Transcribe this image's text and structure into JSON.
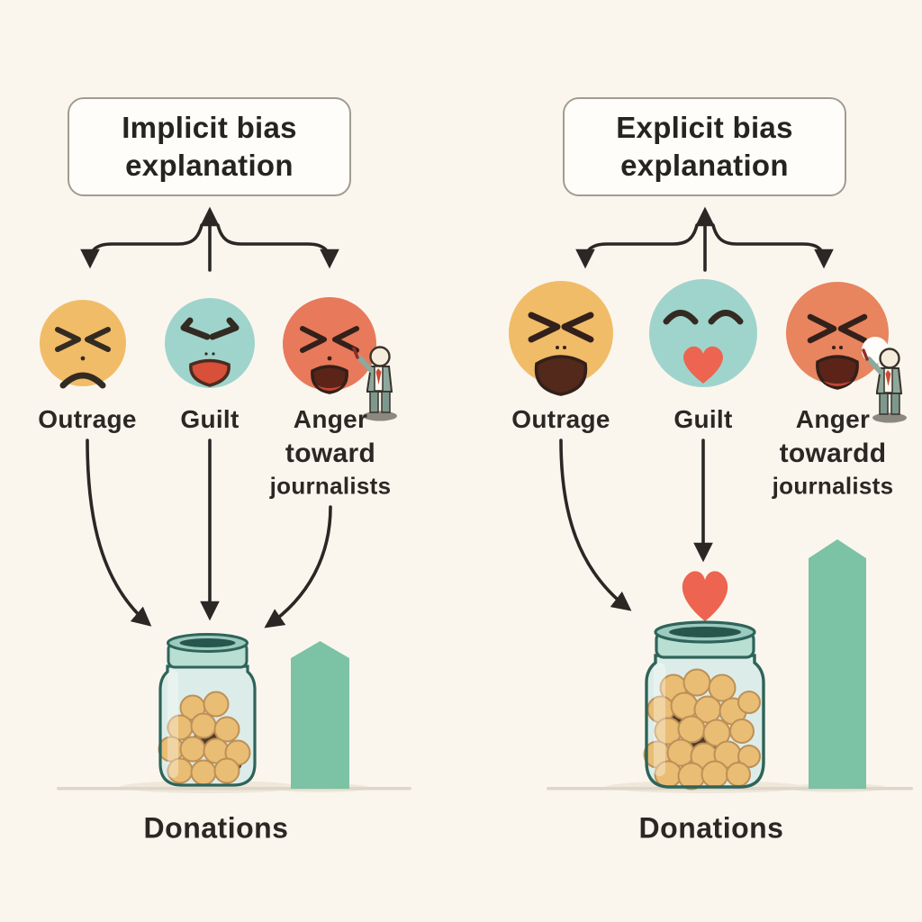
{
  "colors": {
    "background": "#faf6ee",
    "text": "#2b2824",
    "arrow": "#2a2725",
    "box_border": "#a29c91",
    "box_fill": "#fffdf9",
    "face_outrage": "#f1bc68",
    "face_guilt": "#9fd4cc",
    "face_anger_left": "#e8795b",
    "face_anger_right": "#e8845e",
    "bar": "#7cc2a5",
    "heart": "#ed6450",
    "jar_outline": "#2e6459",
    "jar_glass": "#dcede9",
    "jar_lid": "#b9ded2",
    "coin": "#e9bd74",
    "baseline": "#ddd6c9"
  },
  "panels": [
    {
      "id": "implicit",
      "title_line1": "Implicit bias",
      "title_line2": "explanation",
      "emotions": [
        {
          "name": "outrage",
          "label": "Outrage",
          "color": "#f1bc68",
          "expression": "scrunched-x-eyes-frown"
        },
        {
          "name": "guilt",
          "label": "Guilt",
          "color": "#9fd4cc",
          "expression": "angry-brows-open-mouth"
        },
        {
          "name": "anger-toward-journalists",
          "label_line1": "Anger",
          "label_line2": "toward",
          "label_line3": "journalists",
          "color": "#e8795b",
          "expression": "scrunched-x-eyes-open-mouth"
        }
      ],
      "donations_label": "Donations",
      "jar_fill": "half",
      "bar_height_relative": 0.36,
      "arrows_to_jar": 3
    },
    {
      "id": "explicit",
      "title_line1": "Explicit bias",
      "title_line2": "explanation",
      "emotions": [
        {
          "name": "outrage",
          "label": "Outrage",
          "color": "#f1bc68",
          "expression": "angry-brows-open-mouth"
        },
        {
          "name": "guilt",
          "label": "Guilt",
          "color": "#9fd4cc",
          "expression": "happy-closed-eyes-heart-mouth"
        },
        {
          "name": "anger-toward-journalists",
          "label_line1": "Anger",
          "label_line2": "towardd",
          "label_line3": "journalists",
          "color": "#e8845e",
          "expression": "scrunched-x-eyes-open-mouth"
        }
      ],
      "donations_label": "Donations",
      "jar_fill": "full",
      "bar_height_relative": 0.72,
      "heart_above_jar": true,
      "arrows_to_jar": 2
    }
  ]
}
